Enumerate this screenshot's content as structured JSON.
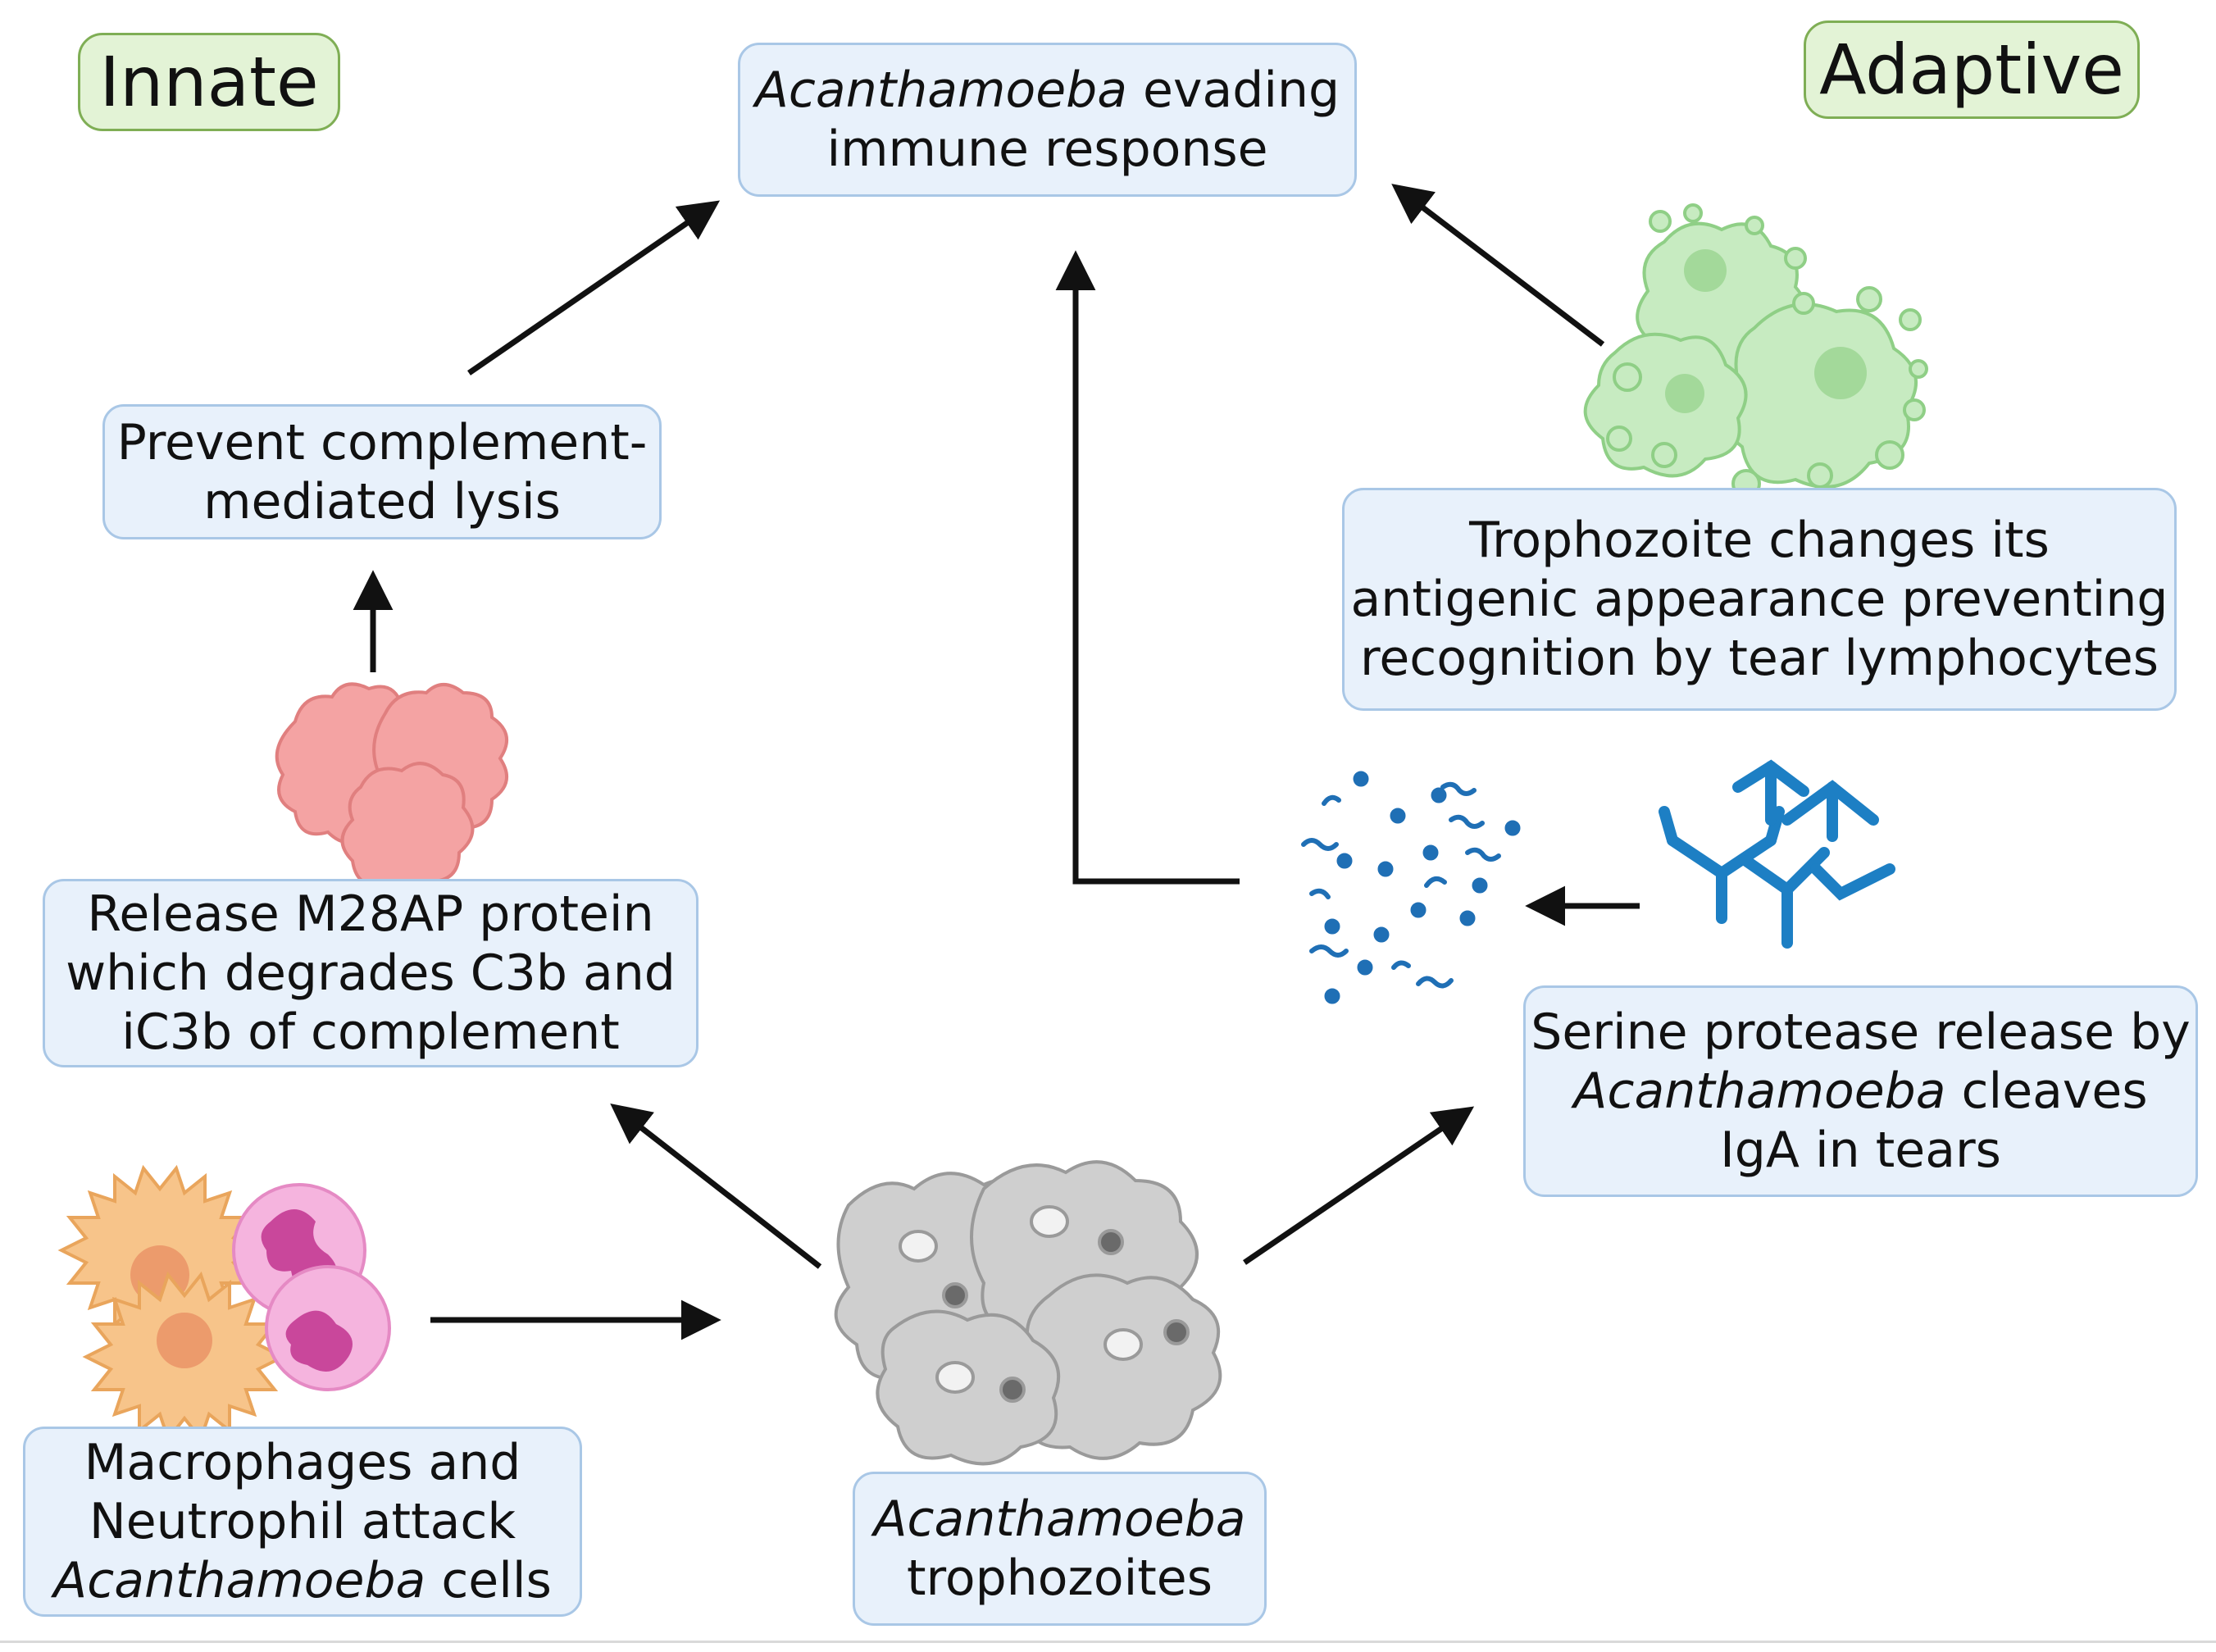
{
  "labels": {
    "innate": "Innate",
    "adaptive": "Adaptive"
  },
  "boxes": {
    "evading": {
      "line1_italic": "Acanthamoeba",
      "line1_rest": " evading",
      "line2": "immune response"
    },
    "prevent_lysis": {
      "line1": "Prevent complement-",
      "line2": "mediated lysis"
    },
    "m28ap": {
      "line1": "Release M28AP protein",
      "line2": "which degrades C3b and",
      "line3": "iC3b of complement"
    },
    "macrophages": {
      "line1": "Macrophages and",
      "line2": "Neutrophil attack",
      "line3_italic": "Acanthamoeba",
      "line3_rest": " cells"
    },
    "trophozoites": {
      "line1_italic": "Acanthamoeba",
      "line2": "trophozoites"
    },
    "serine": {
      "line1": "Serine protease release by",
      "line2_italic": "Acanthamoeba",
      "line2_rest": " cleaves",
      "line3": "IgA in tears"
    },
    "antigenic": {
      "line1": "Trophozoite changes its",
      "line2": "antigenic appearance preventing",
      "line3": "recognition by tear lymphocytes"
    }
  },
  "icons": [
    "protein-cluster-icon",
    "macrophage-icon",
    "neutrophil-icon",
    "amoeba-cluster-icon",
    "protein-fragments-icon",
    "antibody-iga-icon",
    "green-trophozoite-icon",
    "arrow-icon"
  ],
  "colors": {
    "box_fill": "#e8f1fb",
    "box_border": "#a9c7e6",
    "tag_fill": "#e3f3d6",
    "tag_border": "#7fae55",
    "arrow": "#111111",
    "protein": "#f4a3a3",
    "macrophage": "#f7c48a",
    "neutrophil": "#f2a8d6",
    "amoeba": "#c9c9c9",
    "fragments": "#1f6fb5",
    "antibody": "#1d7fc4",
    "trophozoite_green": "#b8e3b3"
  }
}
